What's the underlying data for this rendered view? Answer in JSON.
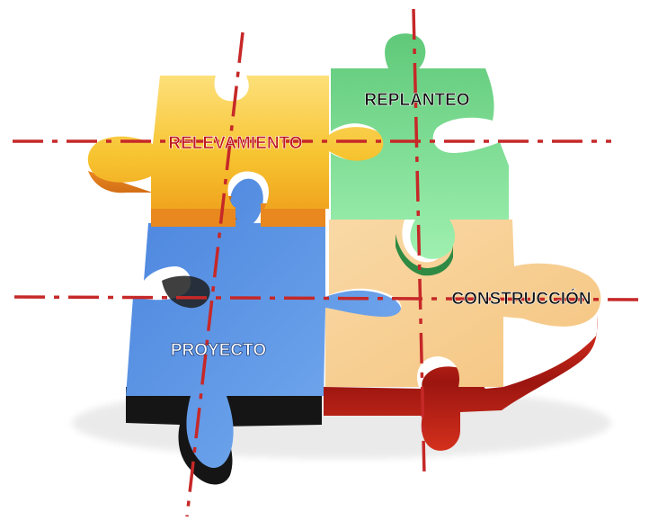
{
  "pieces": {
    "relevamiento": {
      "label": "RELEVAMIENTO",
      "color": "#f7c431",
      "side": "#d9701a",
      "text_color": "#c0181c"
    },
    "replanteo": {
      "label": "REPLANTEO",
      "color": "#71d887",
      "side": "#2f8a43",
      "text_color": "#111111"
    },
    "proyecto": {
      "label": "PROYECTO",
      "color": "#5a93e6",
      "side": "#1b1b1b",
      "text_color": "#ffffff"
    },
    "construccion": {
      "label": "CONSTRUCCIÓN",
      "color": "#f7cf94",
      "side": "#c4221a",
      "text_color": "#111111"
    }
  },
  "guide_color": "#c62828"
}
